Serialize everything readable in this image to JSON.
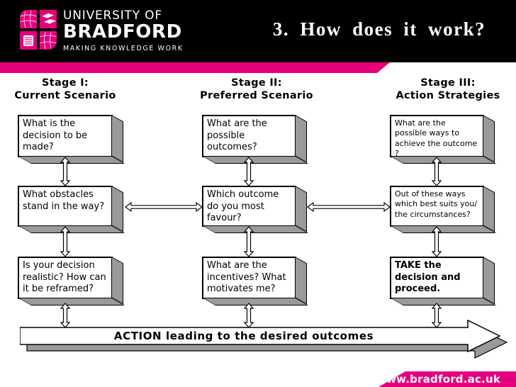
{
  "header": {
    "logo": {
      "line1": "UNIVERSITY OF",
      "line2": "BRADFORD",
      "tagline": "MAKING KNOWLEDGE WORK"
    },
    "title": "3. How does it work?"
  },
  "colors": {
    "brand_pink": "#E6007E",
    "header_black": "#000000",
    "box_face": "#FFFFFF",
    "box_extrusion_gray": "#9A9A9A"
  },
  "stages": [
    {
      "label_line1": "Stage I:",
      "label_line2": "Current Scenario",
      "boxes": [
        "What is the decision to be made?",
        "What obstacles stand in the way?",
        "Is your decision realistic? How can it be reframed?"
      ]
    },
    {
      "label_line1": "Stage II:",
      "label_line2": "Preferred Scenario",
      "boxes": [
        "What are the possible outcomes?",
        "Which outcome do you most favour?",
        "What are the incentives? What motivates me?"
      ]
    },
    {
      "label_line1": "Stage III:",
      "label_line2": "Action Strategies",
      "boxes": [
        "What are the possible ways to achieve the outcome ?",
        "Out of these ways which best suits you/ the circumstances?",
        "TAKE the decision and proceed."
      ]
    }
  ],
  "action_banner": "ACTION leading to the desired outcomes",
  "footer": {
    "url": "www.bradford.ac.uk"
  }
}
